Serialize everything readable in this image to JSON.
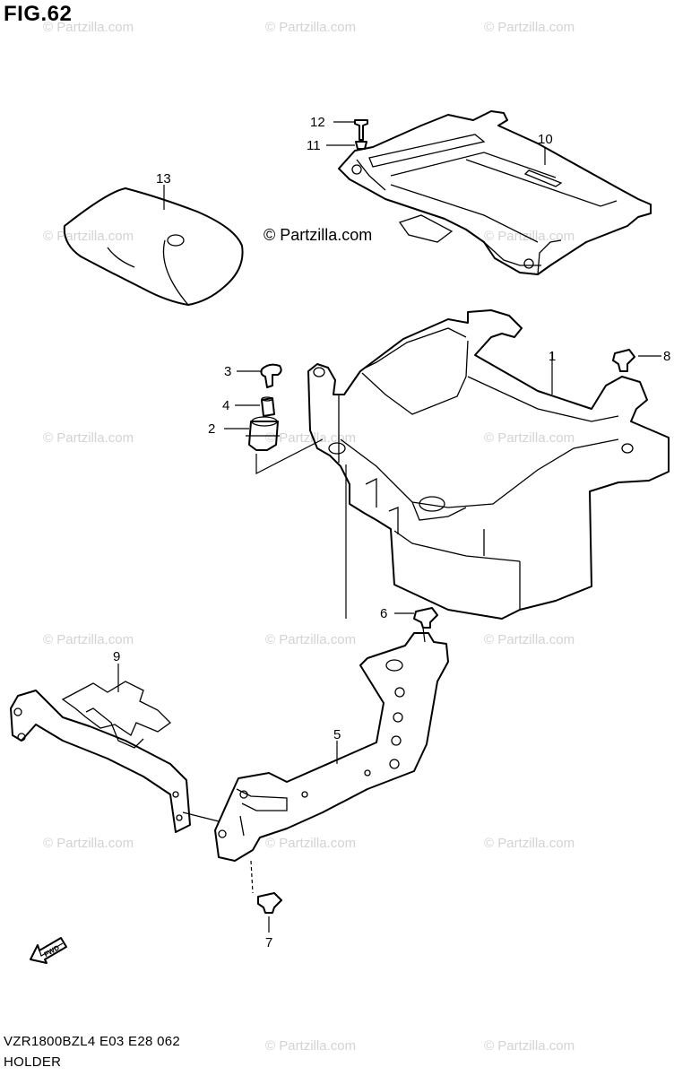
{
  "figure": {
    "title": "FIG.62",
    "model_code": "VZR1800BZL4  E03  E28  062",
    "section_name": "HOLDER"
  },
  "watermark": {
    "text": "© Partzilla.com",
    "color": "#d3d3d3"
  },
  "callouts": {
    "p1": "1",
    "p2": "2",
    "p3": "3",
    "p4": "4",
    "p5": "5",
    "p6": "6",
    "p7": "7",
    "p8": "8",
    "p9": "9",
    "p10": "10",
    "p11": "11",
    "p12": "12",
    "p13": "13"
  },
  "direction_badge": {
    "text": "FWD",
    "icon": "arrow-fwd-icon"
  }
}
